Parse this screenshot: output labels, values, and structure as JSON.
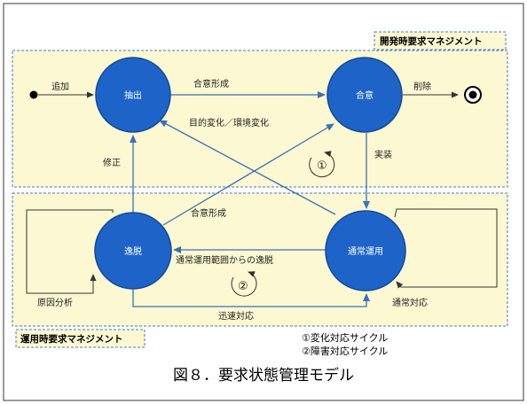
{
  "frames": {
    "dev": {
      "title": "開発時要求マネジメント"
    },
    "ops": {
      "title": "運用時要求マネジメント"
    }
  },
  "nodes": {
    "extract": {
      "label": "抽出"
    },
    "agree": {
      "label": "合意"
    },
    "deviate": {
      "label": "逸脱"
    },
    "operate": {
      "label": "通常運用"
    }
  },
  "edges": {
    "add": "追加",
    "form_agreement_top": "合意形成",
    "delete": "削除",
    "goal_change": "目的変化／環境変化",
    "implement": "実装",
    "fix": "修正",
    "form_agreement_mid": "合意形成",
    "out_of_range": "通常運用範囲からの逸脱",
    "quick_response": "迅速対応",
    "root_cause": "原因分析",
    "normal_response": "通常対応"
  },
  "cycles": {
    "one": "①",
    "two": "②"
  },
  "legend": {
    "line1": "①変化対応サイクル",
    "line2": "②障害対応サイクル"
  },
  "caption": "図８．要求状態管理モデル",
  "colors": {
    "page_border": "#3a3a3a",
    "frame_fill": "#fbf8d2",
    "frame_border": "#4a78b8",
    "node_fill": "#1e64c8",
    "node_stroke": "#14489a",
    "edge": "#3c70b4"
  }
}
